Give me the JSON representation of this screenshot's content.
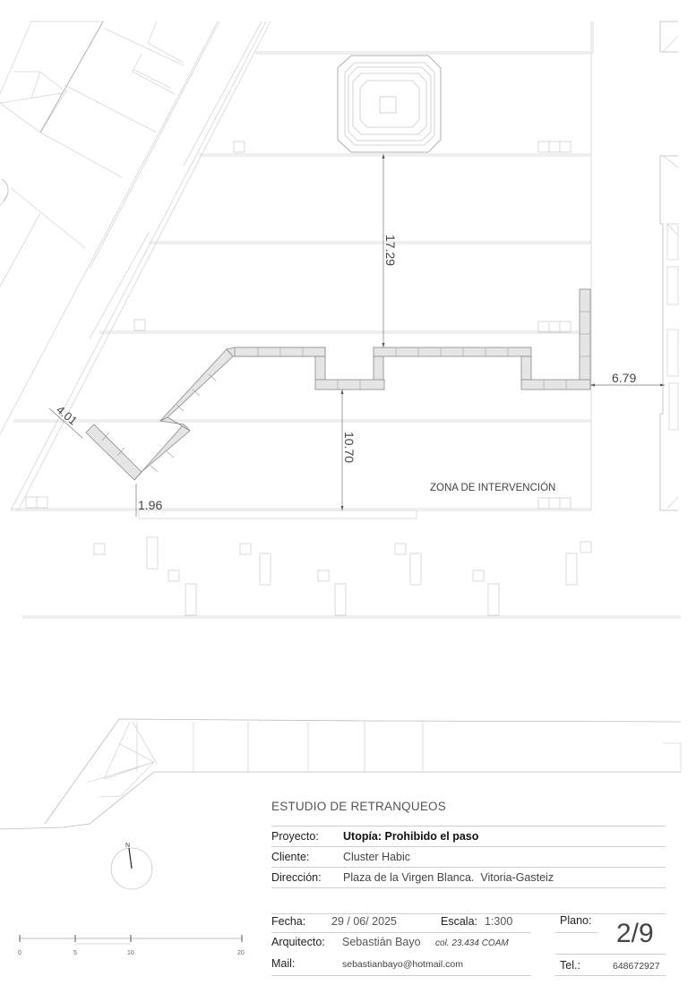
{
  "drawing": {
    "zone_label": "ZONA DE INTERVENCIÓN",
    "dimensions": {
      "top_setback": "17.29",
      "right_setback": "6.79",
      "bottom_setback": "10.70",
      "left_diagonal": "4.01",
      "bottom_left": "1.96"
    },
    "north_label": "N",
    "scale_bar": {
      "ticks": [
        "0",
        "5",
        "10",
        "20"
      ]
    },
    "colors": {
      "wall_fill": "#e6e6e6",
      "wall_stroke": "#8a8a8a",
      "line_light": "#d0d0d0",
      "line_mid": "#a8a8a8",
      "text": "#444444"
    }
  },
  "title_block": {
    "title": "ESTUDIO DE RETRANQUEOS",
    "rows": [
      {
        "label": "Proyecto:",
        "value": "Utopía: Prohibido el paso"
      },
      {
        "label": "Cliente:",
        "value": "Cluster Habic"
      },
      {
        "label": "Dirección:",
        "value": "Plaza de la Virgen Blanca.  Vitoria-Gasteiz"
      }
    ],
    "fecha_label": "Fecha:",
    "fecha_value": "29 / 06/ 2025",
    "escala_label": "Escala:",
    "escala_value": "1:300",
    "plano_label": "Plano:",
    "plano_value": "2/9",
    "arquitecto_label": "Arquitecto:",
    "arquitecto_value": "Sebastián Bayo",
    "colegiado": "col. 23.434 COAM",
    "mail_label": "Mail:",
    "mail_value": "sebastianbayo@hotmail.com",
    "tel_label": "Tel.:",
    "tel_value": "648672927"
  }
}
